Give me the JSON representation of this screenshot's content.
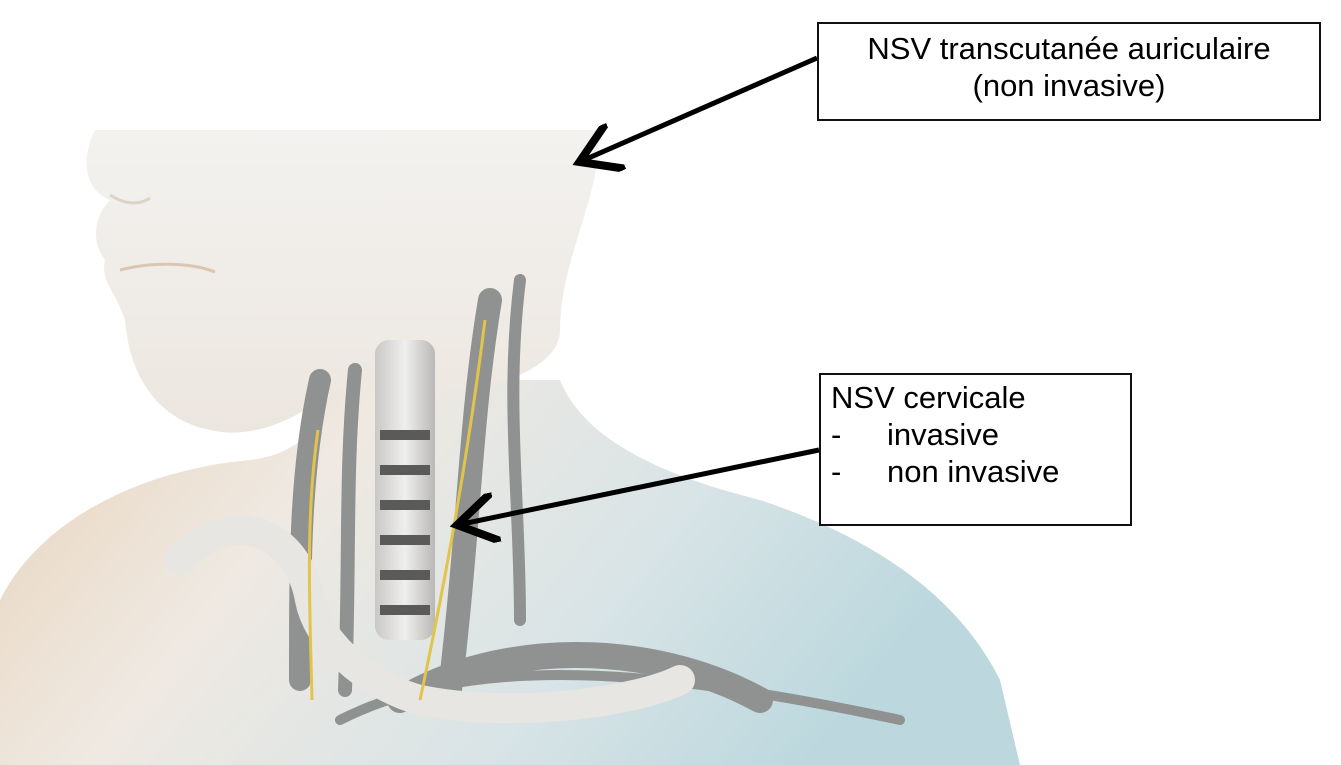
{
  "labels": {
    "auricular": {
      "line1": "NSV transcutanée auriculaire",
      "line2": "(non invasive)"
    },
    "cervical": {
      "title": "NSV cervicale",
      "items": [
        {
          "dash": "-",
          "text": "invasive"
        },
        {
          "dash": "-",
          "text": "non invasive"
        }
      ]
    }
  },
  "colors": {
    "skin_light": "#f0ede8",
    "skin_warm": "#e9d8c2",
    "skin_cool": "#c9dfe3",
    "vessel": "#8f9291",
    "vagus_nerve": "#e3c44a",
    "border": "#111111"
  }
}
